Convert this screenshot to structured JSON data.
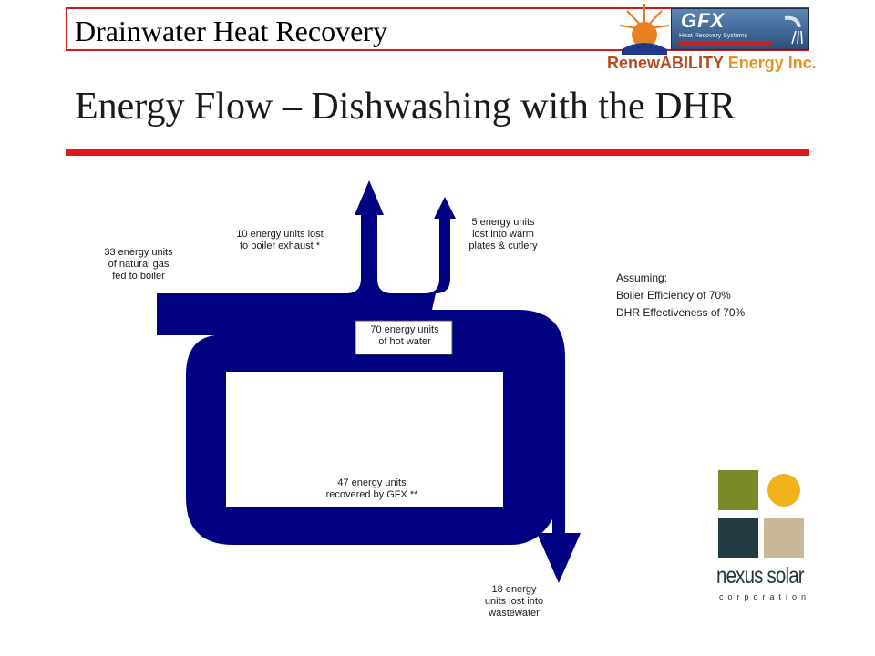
{
  "header": {
    "title": "Drainwater Heat Recovery"
  },
  "slide": {
    "title": "Energy Flow – Dishwashing with the DHR"
  },
  "logos": {
    "gfx": {
      "text": "GFX",
      "subtitle": "Heat Recovery Systems"
    },
    "renewability": {
      "part1": "RenewABILITY",
      "part2": " Energy Inc."
    },
    "nexus": {
      "word": "nexus solar",
      "corp": "corporation"
    }
  },
  "diagram": {
    "gas": "33 energy units\nof natural gas\nfed to boiler",
    "exhaust": "10 energy units lost\nto boiler exhaust *",
    "plates": "5 energy units\nlost into warm\nplates & cutlery",
    "hot_water": "70 energy units\nof hot water",
    "recovered": "47 energy units\nrecovered by GFX **",
    "wastewater": "18 energy\nunits lost into\nwastewater"
  },
  "assumptions": {
    "heading": "Assuming:",
    "line1": "Boiler Efficiency of 70%",
    "line2": "DHR Effectiveness of 70%"
  },
  "colors": {
    "flow": "#000080",
    "accent_red": "#e01818"
  }
}
